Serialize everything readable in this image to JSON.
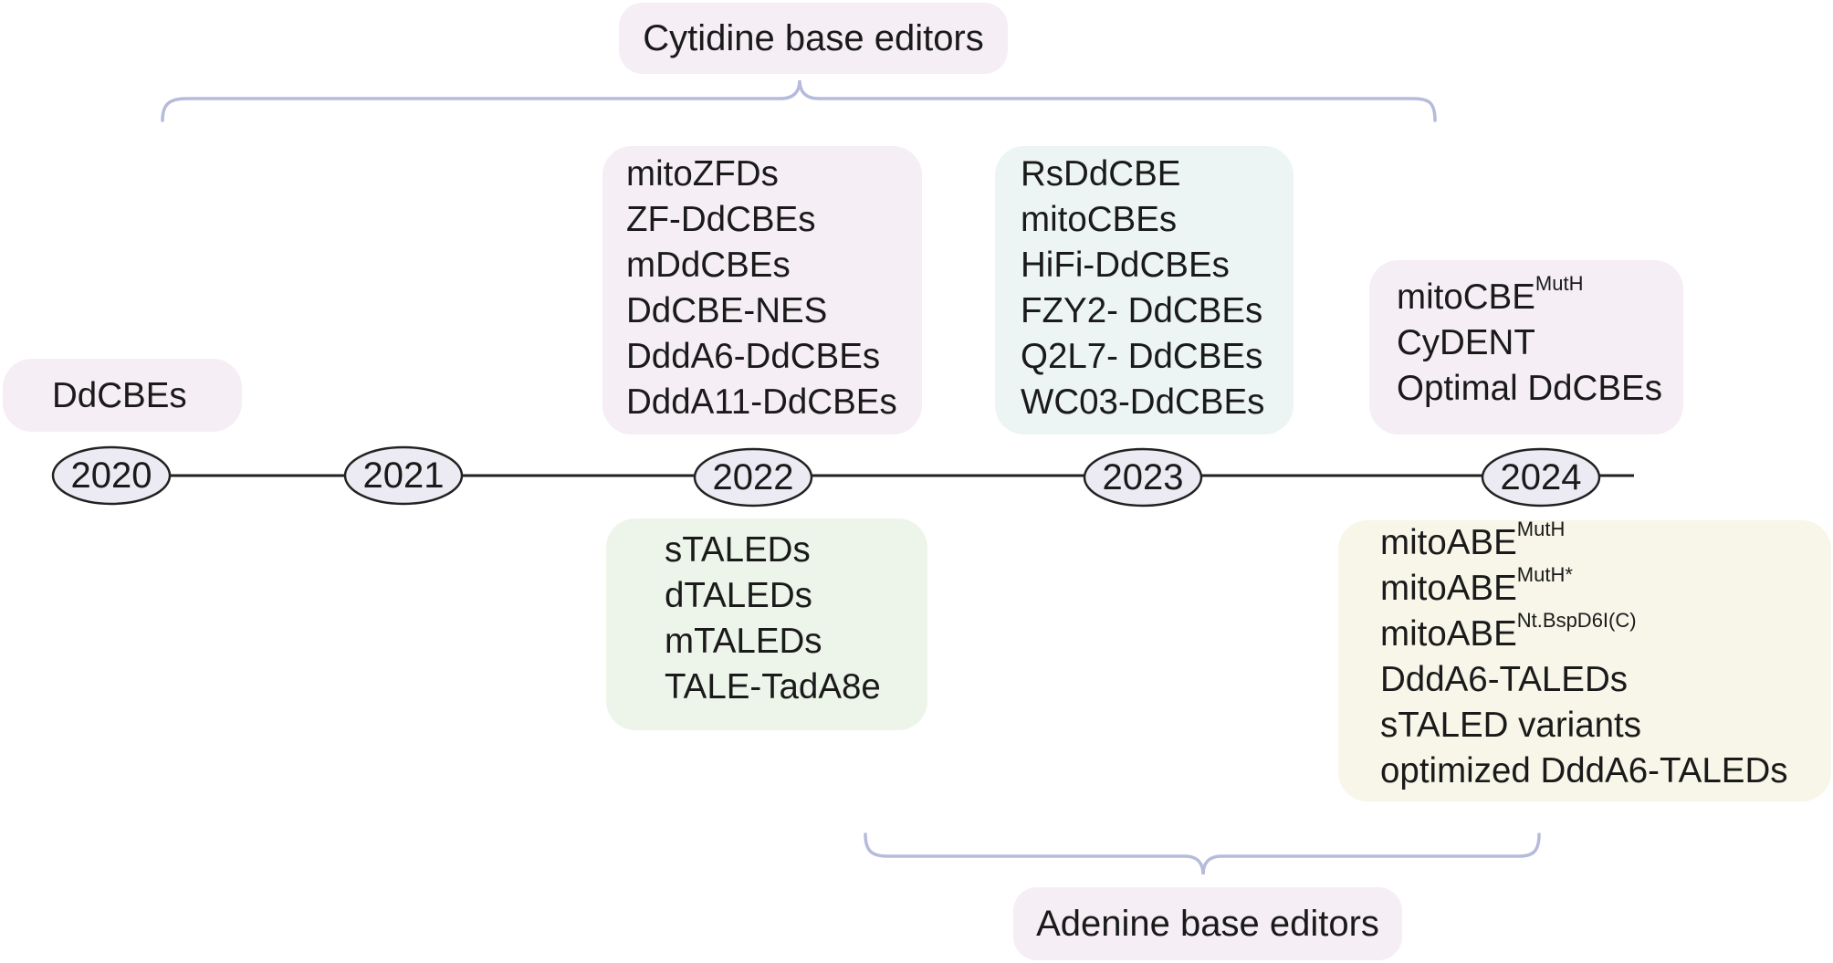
{
  "colors": {
    "cytidine_pink": "#f5eef4",
    "teal": "#ecf5f3",
    "adenine_green": "#edf5ea",
    "adenine_yellow": "#f7f6e9",
    "brace": "#b5bbdb",
    "year_fill": "#ecebf4",
    "axis": "#222222"
  },
  "categories": {
    "cytidine": "Cytidine base editors",
    "adenine": "Adenine base editors"
  },
  "years": [
    "2020",
    "2021",
    "2022",
    "2023",
    "2024"
  ],
  "cytidine_groups": {
    "y2020": {
      "items": [
        {
          "name": "DdCBEs"
        }
      ]
    },
    "y2022": {
      "items": [
        {
          "name": "mitoZFDs"
        },
        {
          "name": "ZF-DdCBEs"
        },
        {
          "name": "mDdCBEs"
        },
        {
          "name": "DdCBE-NES"
        },
        {
          "name": "DddA6-DdCBEs"
        },
        {
          "name": "DddA11-DdCBEs"
        }
      ]
    },
    "y2023": {
      "items": [
        {
          "name": "RsDdCBE"
        },
        {
          "name": "mitoCBEs"
        },
        {
          "name": "HiFi-DdCBEs"
        },
        {
          "name": "FZY2- DdCBEs"
        },
        {
          "name": "Q2L7- DdCBEs"
        },
        {
          "name": "WC03-DdCBEs"
        }
      ]
    },
    "y2024": {
      "items": [
        {
          "name": "mitoCBE",
          "sup": "MutH"
        },
        {
          "name": "CyDENT"
        },
        {
          "name": "Optimal DdCBEs"
        }
      ]
    }
  },
  "adenine_groups": {
    "y2022": {
      "items": [
        {
          "name": "sTALEDs"
        },
        {
          "name": "dTALEDs"
        },
        {
          "name": "mTALEDs"
        },
        {
          "name": "TALE-TadA8e"
        }
      ]
    },
    "y2024": {
      "items": [
        {
          "name": "mitoABE",
          "sup": "MutH"
        },
        {
          "name": "mitoABE",
          "sup": "MutH*"
        },
        {
          "name": "mitoABE",
          "sup": "Nt.BspD6I(C)"
        },
        {
          "name": "DddA6-TALEDs"
        },
        {
          "name": "sTALED variants"
        },
        {
          "name": "optimized DddA6-TALEDs"
        }
      ]
    }
  }
}
